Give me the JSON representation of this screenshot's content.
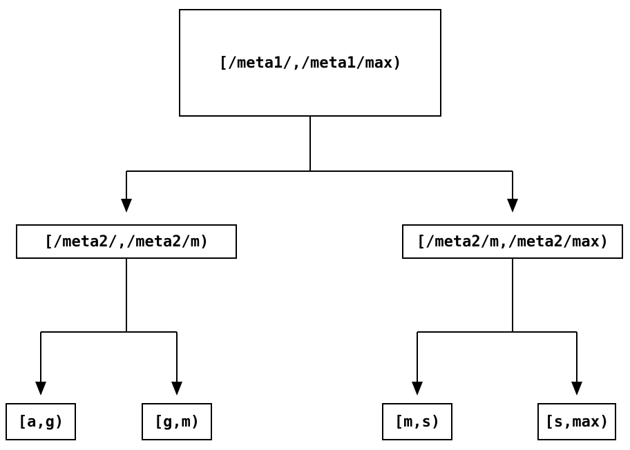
{
  "diagram": {
    "type": "tree",
    "colors": {
      "background": "#ffffff",
      "line": "#000000",
      "text": "#000000"
    },
    "nodes": [
      {
        "id": "root",
        "level": 0,
        "label": "[/meta1/,/meta1/max)"
      },
      {
        "id": "meta2-low",
        "level": 1,
        "label": "[/meta2/,/meta2/m)"
      },
      {
        "id": "meta2-high",
        "level": 1,
        "label": "[/meta2/m,/meta2/max)"
      },
      {
        "id": "leaf-a-g",
        "level": 2,
        "label": "[a,g)"
      },
      {
        "id": "leaf-g-m",
        "level": 2,
        "label": "[g,m)"
      },
      {
        "id": "leaf-m-s",
        "level": 2,
        "label": "[m,s)"
      },
      {
        "id": "leaf-s-max",
        "level": 2,
        "label": "[s,max)"
      }
    ],
    "edges": [
      {
        "from": "root",
        "to": "meta2-low"
      },
      {
        "from": "root",
        "to": "meta2-high"
      },
      {
        "from": "meta2-low",
        "to": "leaf-a-g"
      },
      {
        "from": "meta2-low",
        "to": "leaf-g-m"
      },
      {
        "from": "meta2-high",
        "to": "leaf-m-s"
      },
      {
        "from": "meta2-high",
        "to": "leaf-s-max"
      }
    ]
  }
}
